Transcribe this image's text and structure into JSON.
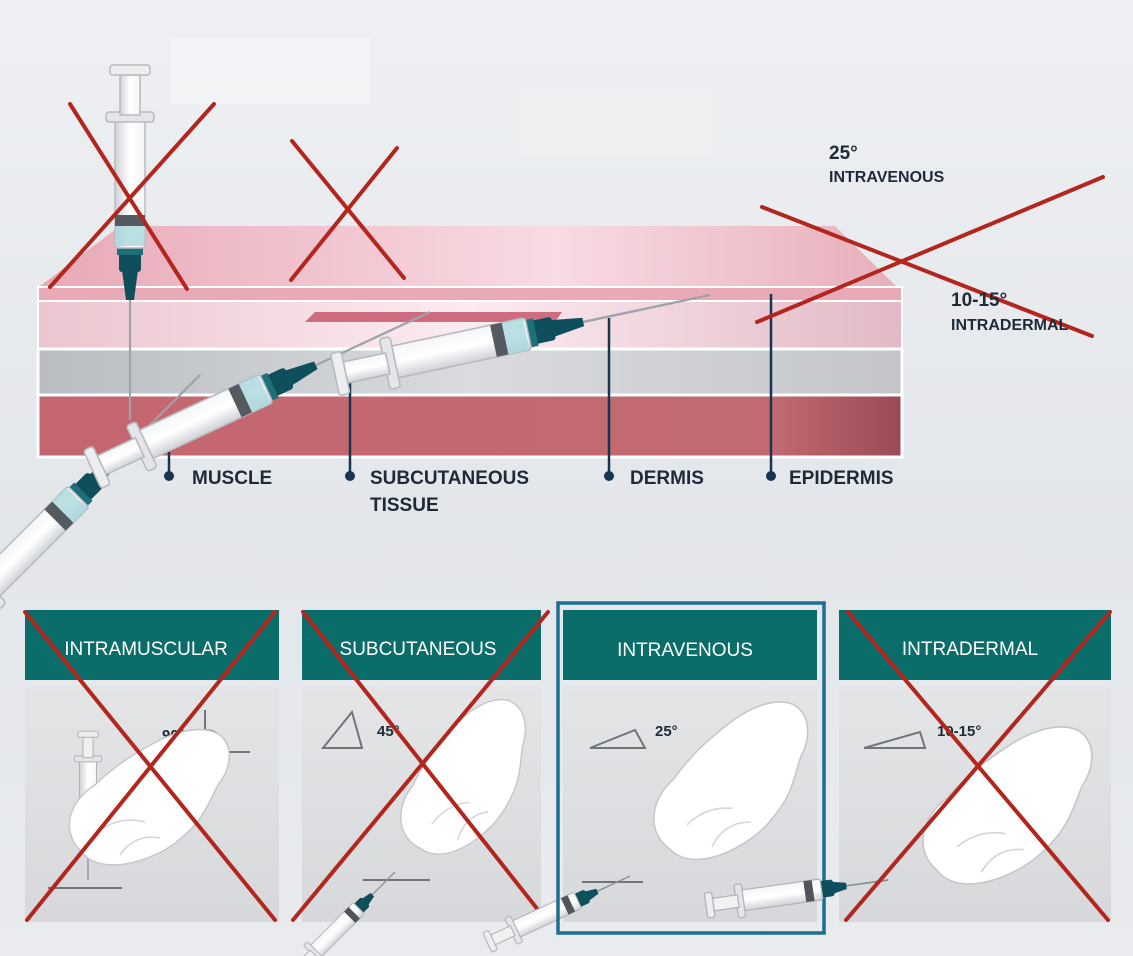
{
  "layers": {
    "muscle": "MUSCLE",
    "subcutaneous_line1": "SUBCUTANEOUS",
    "subcutaneous_line2": "TISSUE",
    "dermis": "DERMIS",
    "epidermis": "EPIDERMIS"
  },
  "callouts": {
    "iv_angle": "25°",
    "iv_label": "INTRAVENOUS",
    "id_angle": "10-15°",
    "id_label": "INTRADERMAL"
  },
  "panels": [
    {
      "title": "INTRAMUSCULAR",
      "angle": "90°",
      "crossed": true,
      "selected": false
    },
    {
      "title": "SUBCUTANEOUS",
      "angle": "45°",
      "crossed": true,
      "selected": false
    },
    {
      "title": "INTRAVENOUS",
      "angle": "25°",
      "crossed": false,
      "selected": true
    },
    {
      "title": "INTRADERMAL",
      "angle": "10-15°",
      "crossed": true,
      "selected": false
    }
  ],
  "colors": {
    "teal": "#0b6d6a",
    "cross_red": "#b3261e",
    "selected_border": "#1d6f8f",
    "muscle": "#c46870",
    "subcutaneous": "#c9ccd1",
    "dermis": "#f1d4dc",
    "epidermis": "#eec3cd",
    "hub": "#0f4f5c"
  }
}
